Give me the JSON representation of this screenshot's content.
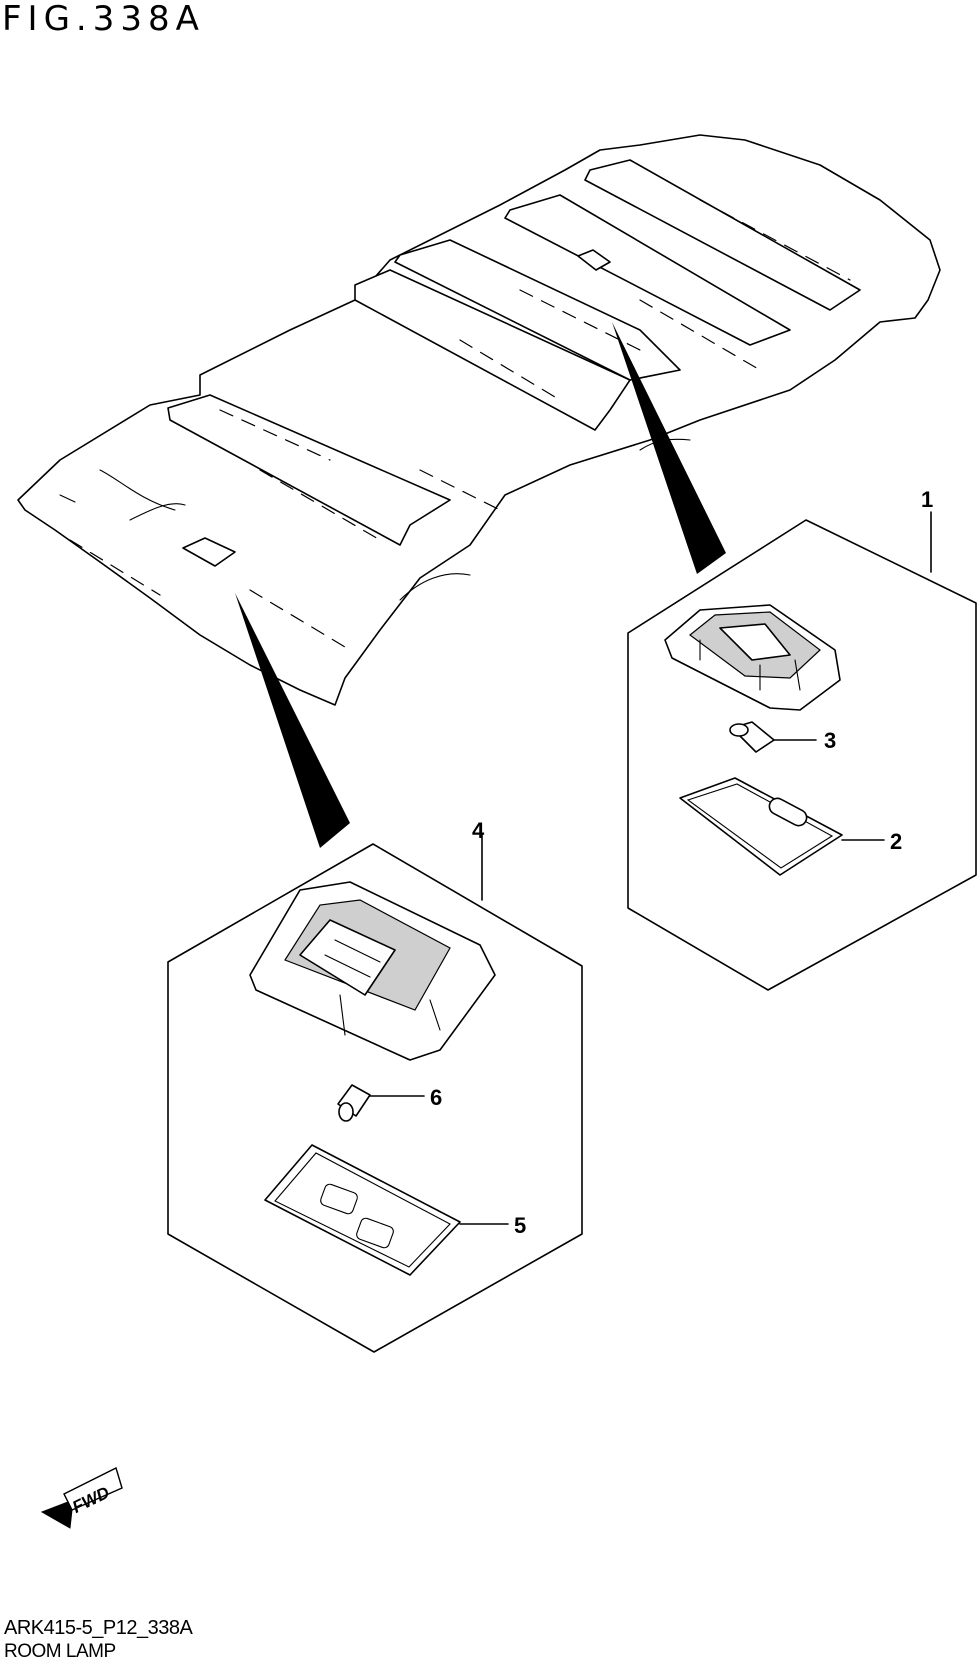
{
  "figure": {
    "title": "FIG.338A",
    "drawing_code": "ARK415-5_P12_338A",
    "caption": "ROOM LAMP"
  },
  "callouts": [
    {
      "number": "1",
      "part": "room lamp assembly (rear)"
    },
    {
      "number": "2",
      "part": "lens"
    },
    {
      "number": "3",
      "part": "bulb"
    },
    {
      "number": "4",
      "part": "room lamp assembly (front)"
    },
    {
      "number": "5",
      "part": "lens"
    },
    {
      "number": "6",
      "part": "bulb"
    }
  ],
  "direction_indicator": {
    "text": "FWD",
    "icon": "arrow-fwd-icon"
  }
}
